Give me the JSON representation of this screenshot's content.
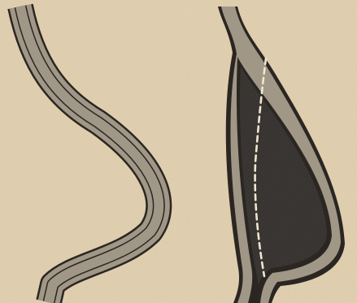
{
  "colors": {
    "paper": "#e6d5b5",
    "ink": "#2b2622",
    "band": "#a09787",
    "fill": "#3b3835",
    "dash": "#efe6cf"
  },
  "figures": [
    {
      "name": "left-curved-tube",
      "style": "outlined-band"
    },
    {
      "name": "right-widened-tube",
      "style": "outlined-band-with-filled-lumen",
      "has_dashed_midline": true
    }
  ]
}
